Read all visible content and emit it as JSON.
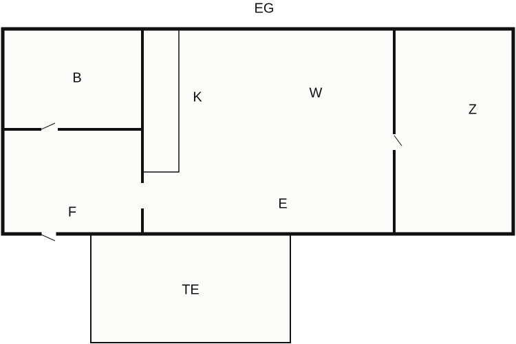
{
  "plan": {
    "floor_label": "EG",
    "wall_color": "#111111",
    "floor_color": "#fbfbfa",
    "rooms": {
      "b": "B",
      "k": "K",
      "w": "W",
      "z": "Z",
      "f": "F",
      "e": "E",
      "te": "TE"
    }
  }
}
